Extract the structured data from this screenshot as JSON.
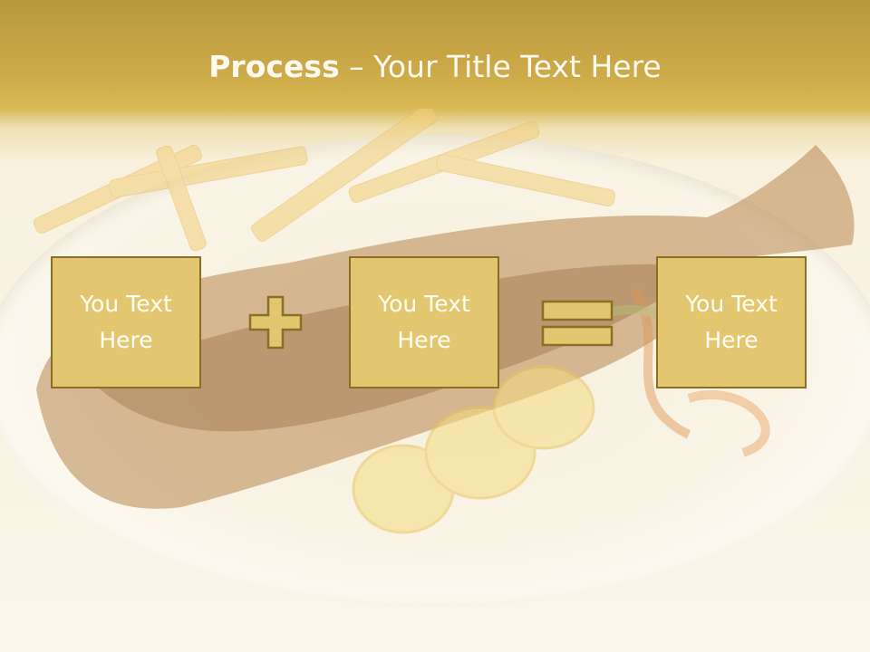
{
  "title": {
    "bold": "Process",
    "rest": " – Your Title Text Here"
  },
  "boxes": [
    {
      "text": "You Text Here"
    },
    {
      "text": "You Text Here"
    },
    {
      "text": "You Text Here"
    }
  ],
  "operators": [
    "plus-icon",
    "equals-icon"
  ],
  "colors": {
    "header": "#c9a646",
    "box_fill": "#e3c770",
    "box_border": "#8a6f24",
    "text": "#fffdf3"
  }
}
